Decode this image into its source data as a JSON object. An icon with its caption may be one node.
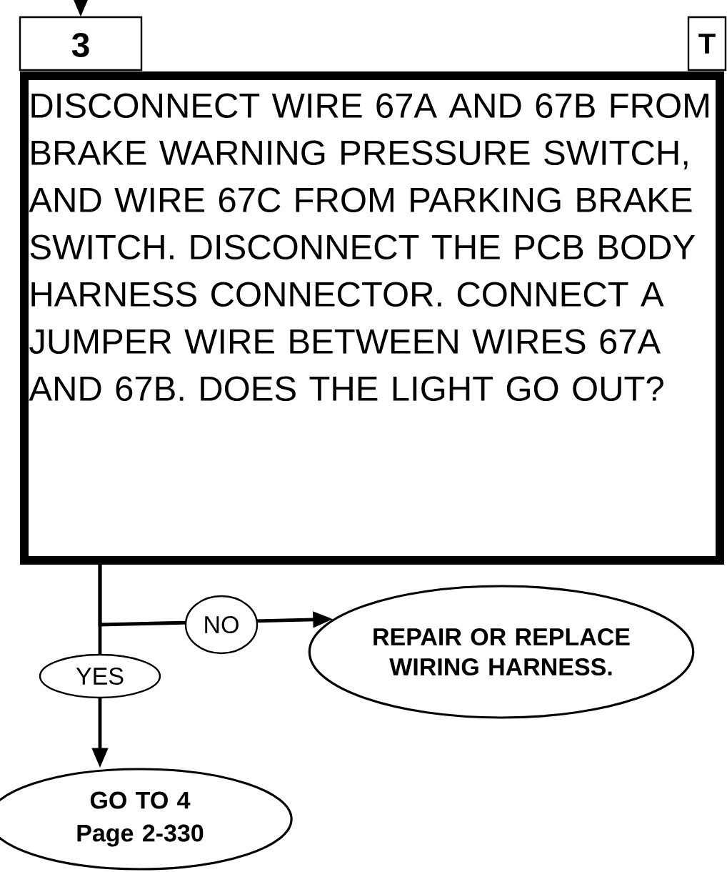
{
  "diagram": {
    "nodes": [
      {
        "text": [
          "3",
          "DISCONNECT WIRE 67A AND 67B FROM BRAKE WARNING PRESSURE SWITCH, AND WIRE 67C FROM PARKING BRAKE SWITCH. DISCONNECT THE PCB BODY HARNESS CONNECTOR. CONNECT A JUMPER WIRE BETWEEN WIRES 67A AND 67B. DOES THE LIGHT GO OUT?"
        ]
      },
      {
        "text": [
          "T"
        ]
      },
      {
        "text": [
          "REPAIR OR REPLACE WIRING HARNESS."
        ]
      },
      {
        "text": [
          "GO TO 4",
          "Page 2-330"
        ]
      }
    ],
    "edges": [
      {
        "from": null,
        "to": 0,
        "arrow": "to"
      },
      {
        "from": 0,
        "to": 2,
        "arrow": "to",
        "label": "NO"
      },
      {
        "from": 0,
        "to": 3,
        "arrow": "to",
        "label": "YES"
      }
    ]
  }
}
